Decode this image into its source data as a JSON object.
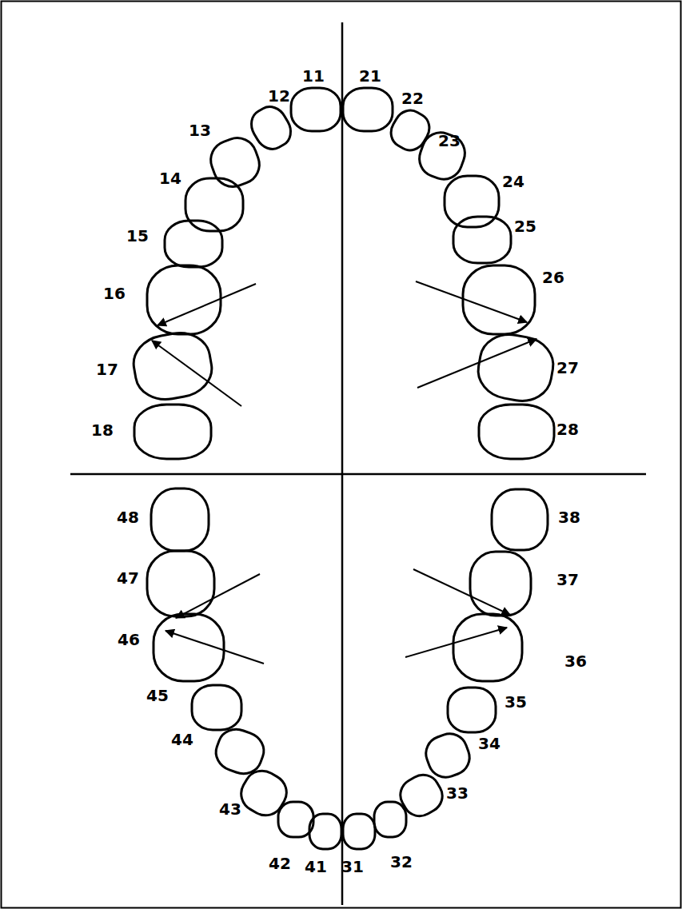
{
  "diagram": {
    "labels": [
      "11",
      "21",
      "12",
      "22",
      "13",
      "23",
      "14",
      "24",
      "15",
      "25",
      "16",
      "26",
      "17",
      "27",
      "18",
      "28",
      "48",
      "38",
      "47",
      "37",
      "46",
      "36",
      "45",
      "35",
      "44",
      "34",
      "43",
      "33",
      "42",
      "32",
      "41",
      "31"
    ]
  }
}
